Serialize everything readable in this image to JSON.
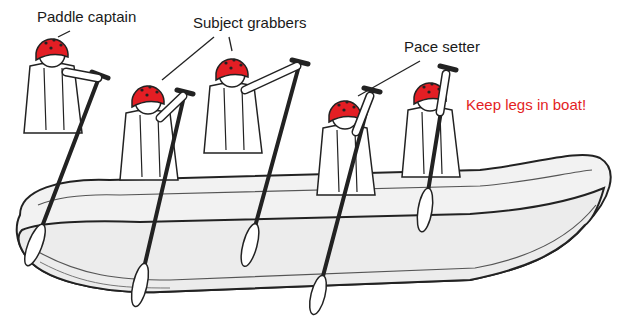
{
  "diagram": {
    "labels": [
      "Paddle captain",
      "Subject grabbers",
      "Pace setter",
      "Keep legs in boat!"
    ]
  }
}
